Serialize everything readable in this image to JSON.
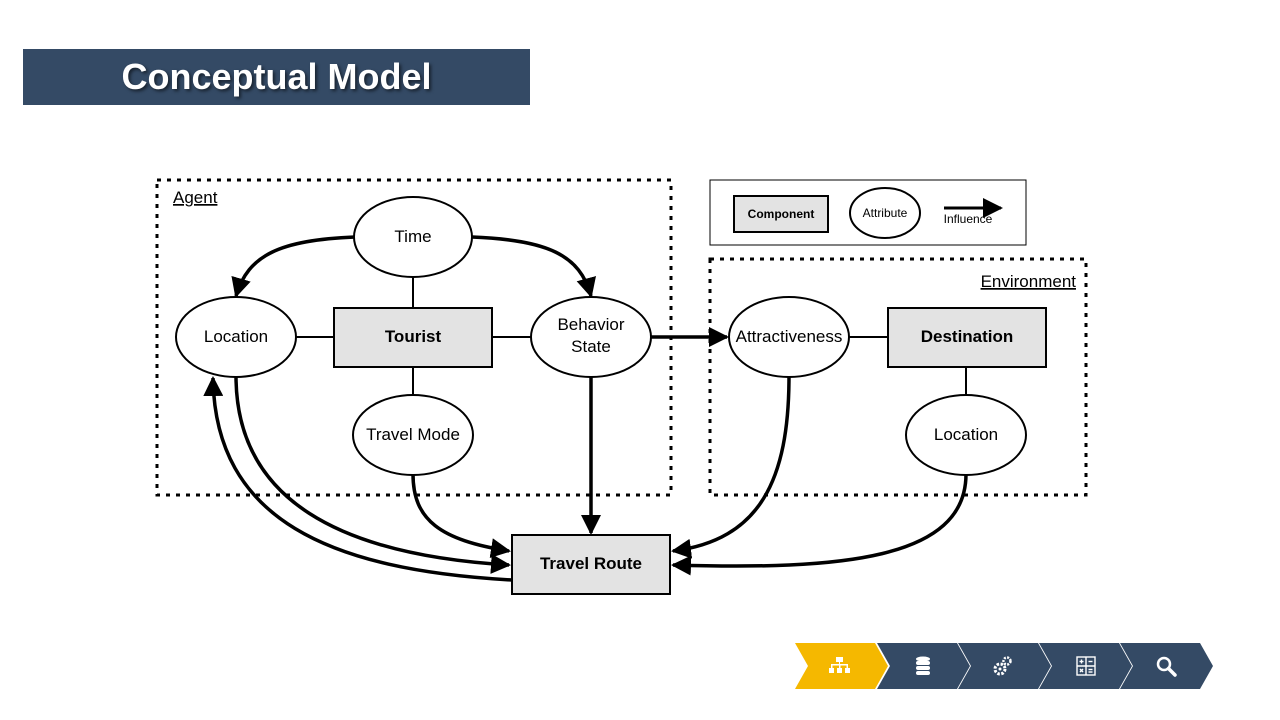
{
  "title": "Conceptual Model",
  "legend": {
    "component": "Component",
    "attribute": "Attribute",
    "influence": "Influence"
  },
  "groups": {
    "agent": "Agent",
    "environment": "Environment"
  },
  "nodes": {
    "time": "Time",
    "agent_location": "Location",
    "tourist": "Tourist",
    "behavior_state_line1": "Behavior",
    "behavior_state_line2": "State",
    "travel_mode": "Travel Mode",
    "attractiveness": "Attractiveness",
    "destination": "Destination",
    "env_location": "Location",
    "travel_route": "Travel Route"
  },
  "nav": {
    "steps": [
      {
        "icon": "hierarchy-icon",
        "active": true
      },
      {
        "icon": "database-icon",
        "active": false
      },
      {
        "icon": "gears-icon",
        "active": false
      },
      {
        "icon": "calculator-icon",
        "active": false
      },
      {
        "icon": "magnifier-icon",
        "active": false
      }
    ],
    "colors": {
      "active": "#f5b800",
      "inactive": "#344a65"
    }
  }
}
